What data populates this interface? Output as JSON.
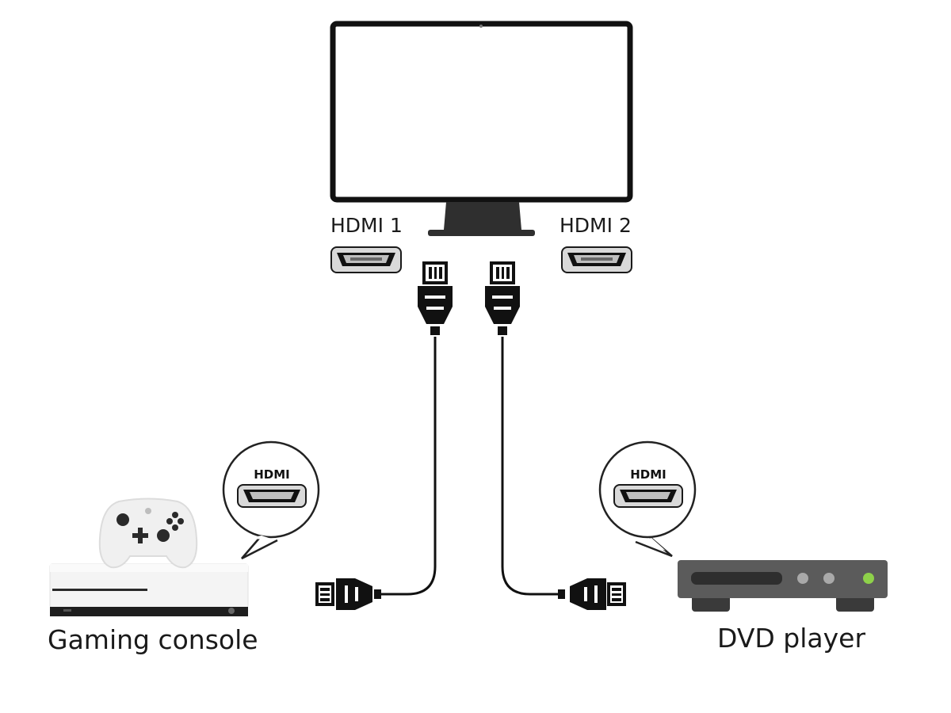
{
  "tv": {
    "port1_label": "HDMI 1",
    "port2_label": "HDMI 2"
  },
  "devices": {
    "left": {
      "label": "Gaming console",
      "bubble_text": "HDMI"
    },
    "right": {
      "label": "DVD player",
      "bubble_text": "HDMI"
    }
  },
  "colors": {
    "cable": "#111111",
    "tv_frame": "#111111",
    "tv_stand": "#2f2f2f",
    "console_body": "#f4f4f4",
    "dvd_body": "#5b5b5b",
    "dvd_indicator": "#8ed14a"
  }
}
